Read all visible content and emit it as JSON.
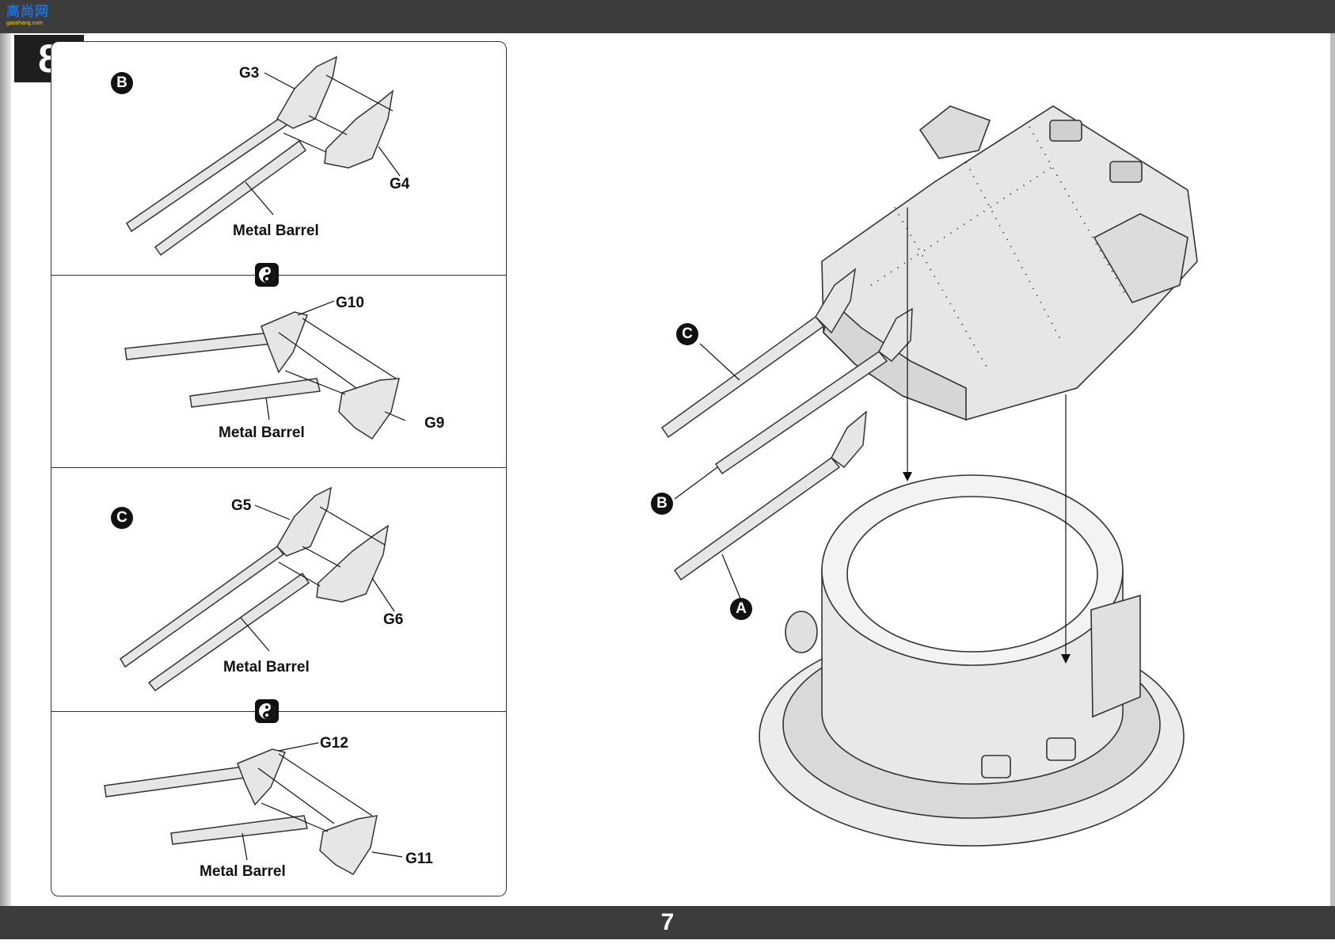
{
  "header": {
    "logo_text": "高尚网",
    "logo_url": "gaoshang.com"
  },
  "step_number": "8",
  "footer": {
    "page_number": "7"
  },
  "left_panel": {
    "sections": [
      {
        "callout": "B",
        "parts": [
          "G3",
          "G4"
        ],
        "barrel_label": "Metal Barrel"
      },
      {
        "parts": [
          "G10",
          "G9"
        ],
        "barrel_label": "Metal Barrel"
      },
      {
        "callout": "C",
        "parts": [
          "G5",
          "G6"
        ],
        "barrel_label": "Metal Barrel"
      },
      {
        "parts": [
          "G12",
          "G11"
        ],
        "barrel_label": "Metal Barrel"
      }
    ]
  },
  "main_diagram": {
    "callouts": [
      "C",
      "B",
      "A"
    ]
  }
}
